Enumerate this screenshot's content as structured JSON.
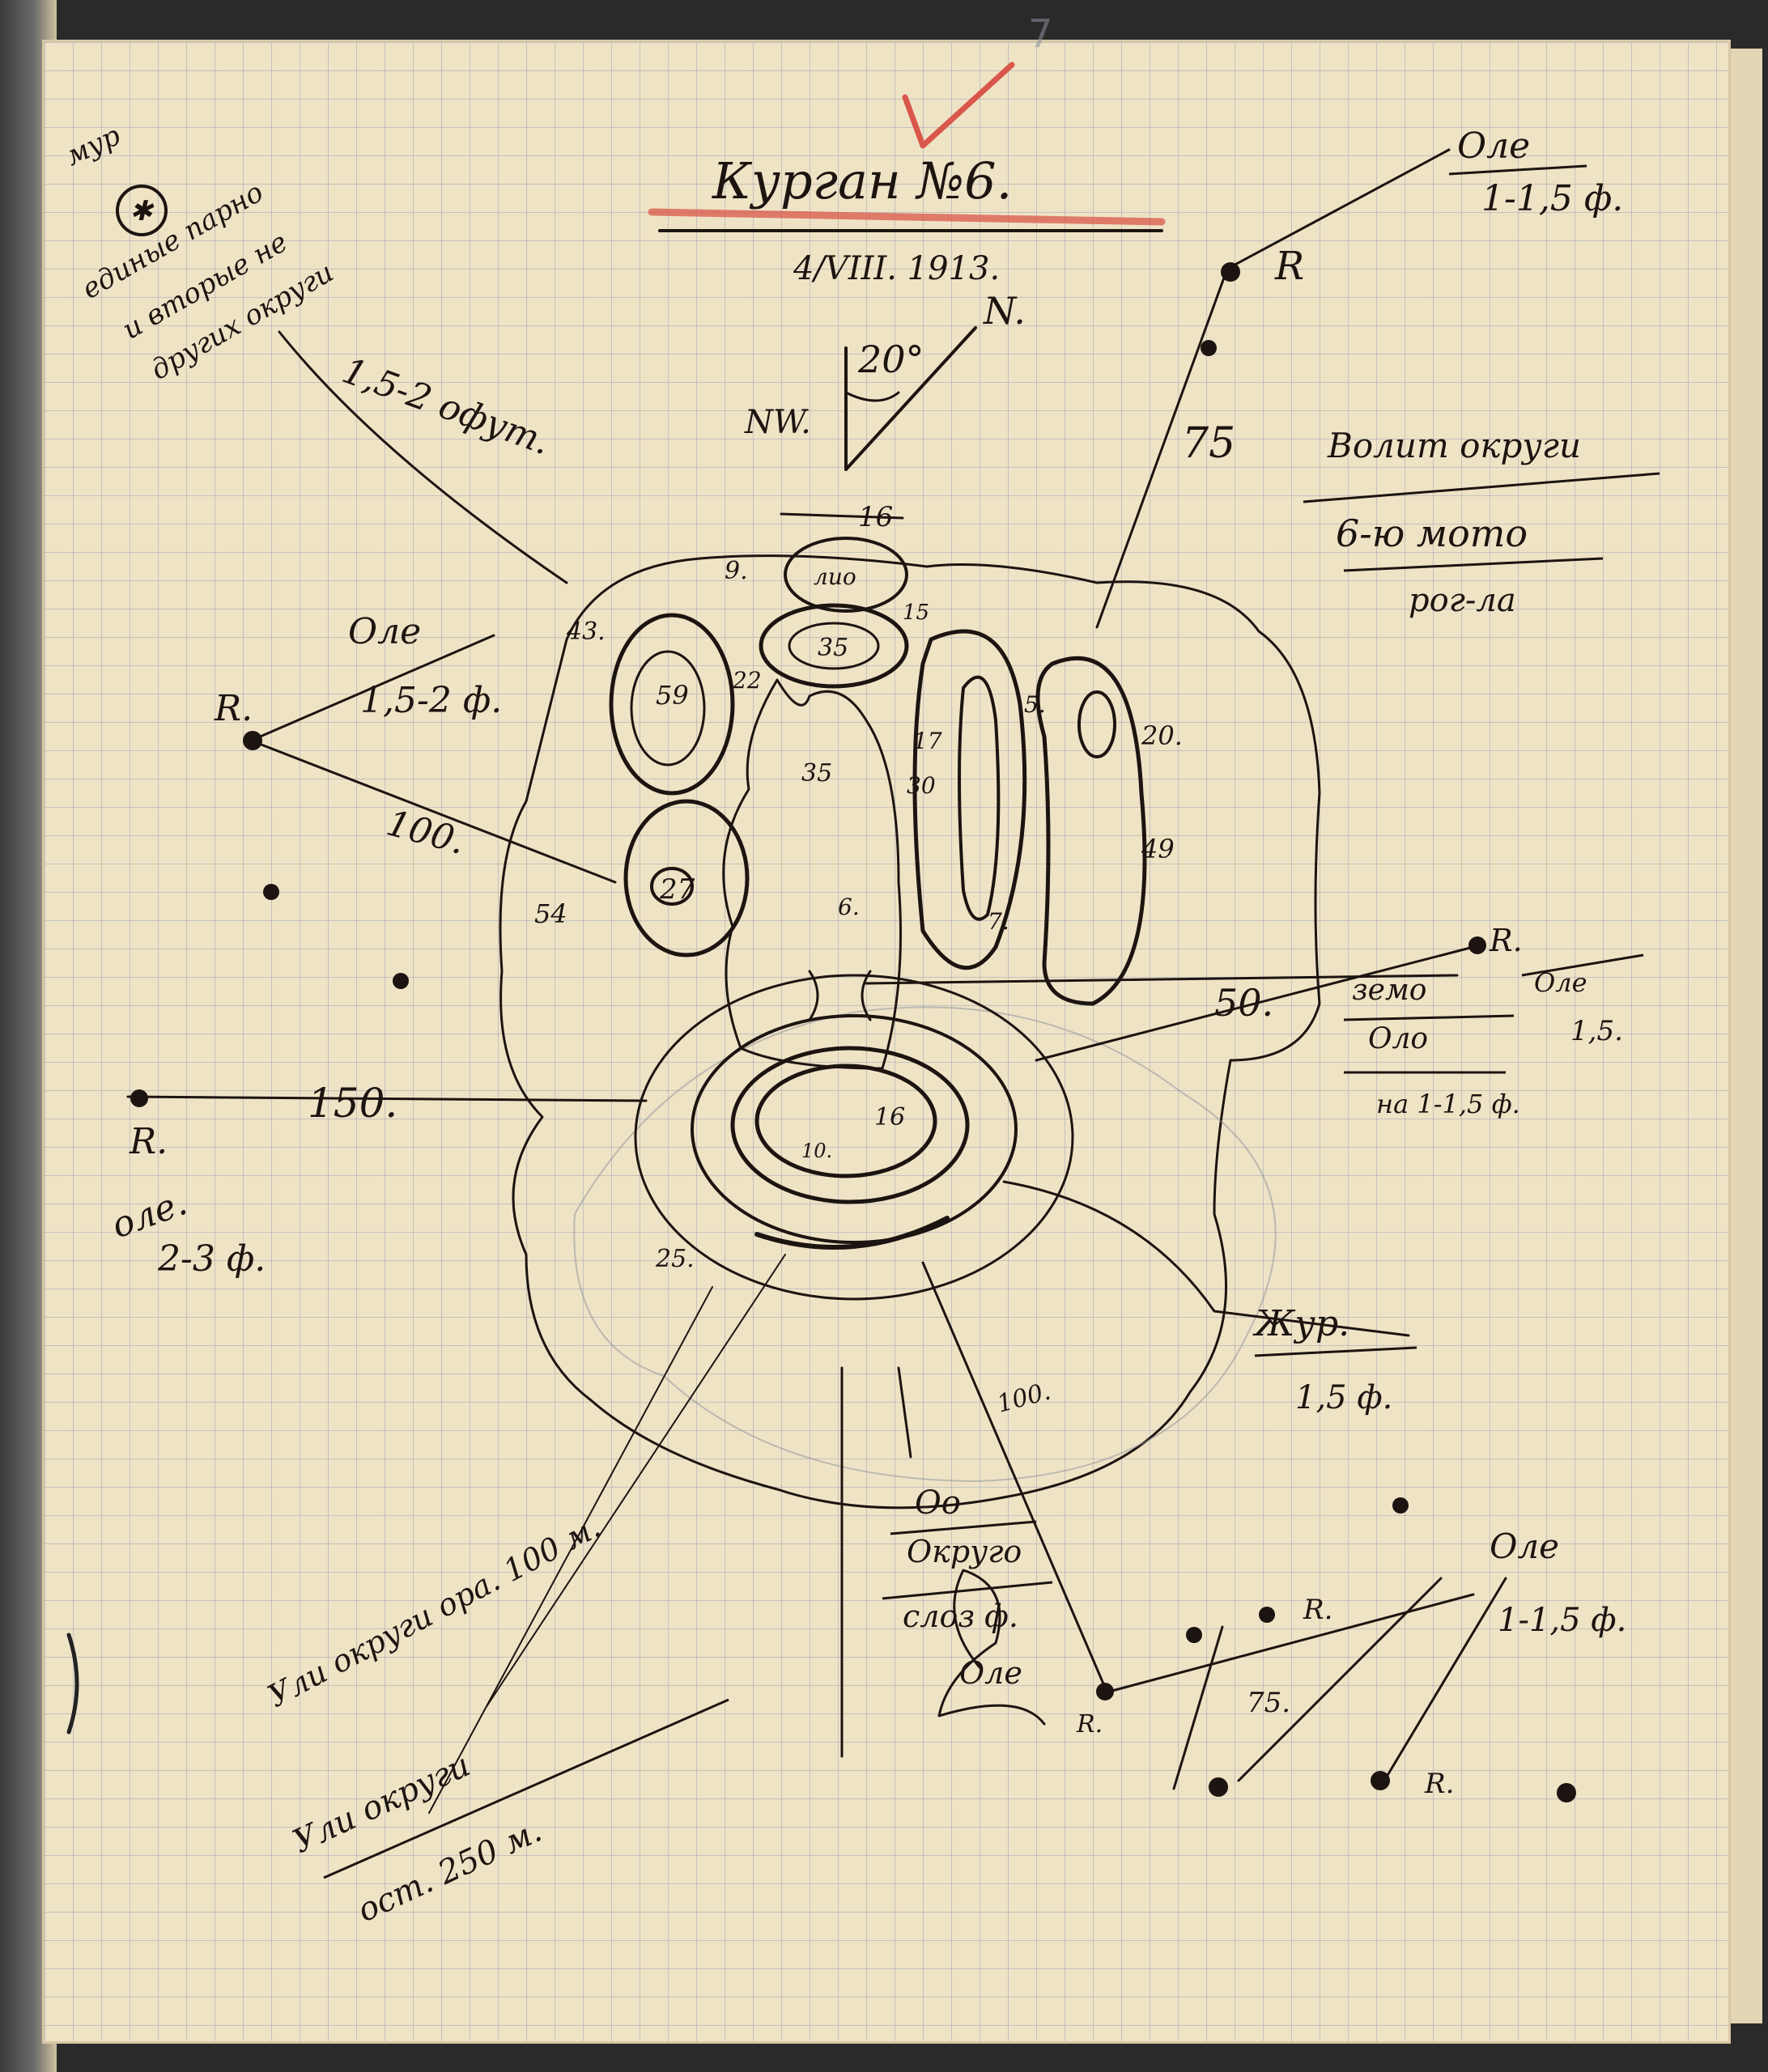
{
  "header": {
    "title": "Курган №6.",
    "date": "4/VIII. 1913.",
    "page_number": "7",
    "check_mark": "✓"
  },
  "legend_top_left": {
    "line1": "мур",
    "line2": "единые парно",
    "line3": "и вторые не",
    "line4": "других округи"
  },
  "orientation": {
    "angle": "20°",
    "north": "N.",
    "northwest": "NW."
  },
  "measures": {
    "m16_top": "16",
    "m9": "9.",
    "m15": "15",
    "m35_center": "35",
    "m22": "22",
    "m59": "59",
    "m43": "43.",
    "m35": "35",
    "m30": "30",
    "m17": "17",
    "m5": "5.",
    "m20": "20.",
    "m49": "49",
    "m54": "54",
    "m27": "27",
    "m6": "6.",
    "m7": "7.",
    "m16_center": "16",
    "m10": "10.",
    "m25": "25.",
    "m100_right": "100.",
    "m150": "150.",
    "m100_left": "100.",
    "m50": "50.",
    "m75_top": "75",
    "m75_bottom": "75."
  },
  "annotations": {
    "r_top": "R",
    "r_top_label": "Оле",
    "r_top_val": "1-1,5 ф.",
    "left_r": "R.",
    "left_r_label": "Оле",
    "left_r_val": "1,5-2 ф.",
    "left_arrow_label": "1,5-2 офут.",
    "left_low_r": "R.",
    "left_low_label": "оле.",
    "left_low_val": "2-3 ф.",
    "right_side1": "Волит округи",
    "right_side2": "6-ю мото",
    "right_side3": "рог-ла",
    "right_r": "R.",
    "right_mid1": "земо",
    "right_mid2": "Оло",
    "right_mid3": "на 1-1,5 ф.",
    "right_mid_oleh": "Оле",
    "right_mid_val": "1,5.",
    "right_low_label": "Жур.",
    "right_low_val": "1,5 ф.",
    "bottom_left1": "Ули округи ора. 100 м.",
    "bottom_left2": "Ули округи",
    "bottom_left3": "ост. 250 м.",
    "bottom_mid1": "Оо",
    "bottom_mid2": "Округо",
    "bottom_mid3": "слоз ф.",
    "bottom_mid4": "Оле",
    "bottom_r": "R.",
    "bottom_right_r": "R.",
    "bottom_right_label": "Оле",
    "bottom_right_val": "1-1,5 ф.",
    "bottom_right_r2": "R.",
    "inner_label": "лио"
  },
  "colors": {
    "ink": "#1c1410",
    "red_pencil": "#d9574a",
    "paper": "#efe3c6",
    "grid": "#788caa"
  }
}
